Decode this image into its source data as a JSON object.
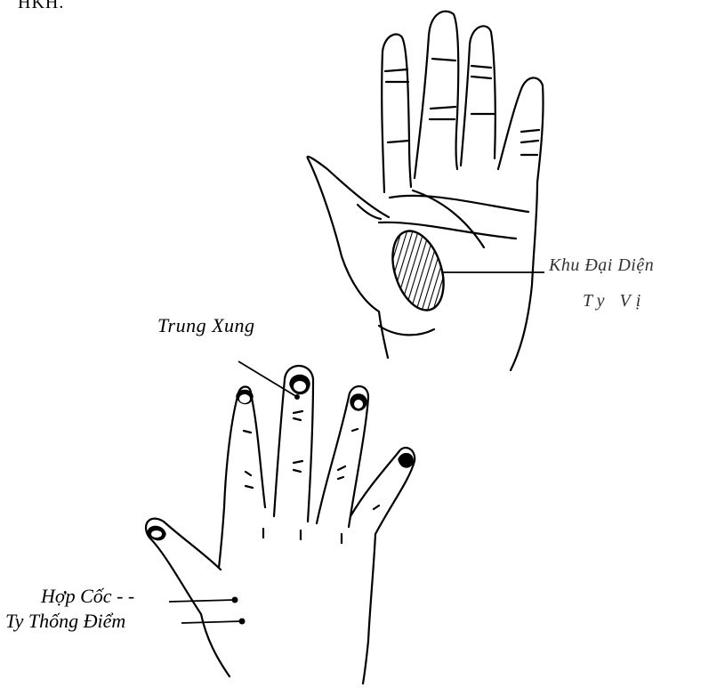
{
  "page": {
    "top_fragment": "HKH."
  },
  "labels": {
    "trung_xung": "Trung Xung",
    "khu_dai_dien_line1": "Khu Đại Diện",
    "khu_dai_dien_line2": "Ty Vị",
    "hop_coc": "Hợp Cốc - -",
    "ty_thong_diem": "Ty Thống Điểm"
  },
  "colors": {
    "ink": "#000000",
    "background": "#ffffff"
  }
}
